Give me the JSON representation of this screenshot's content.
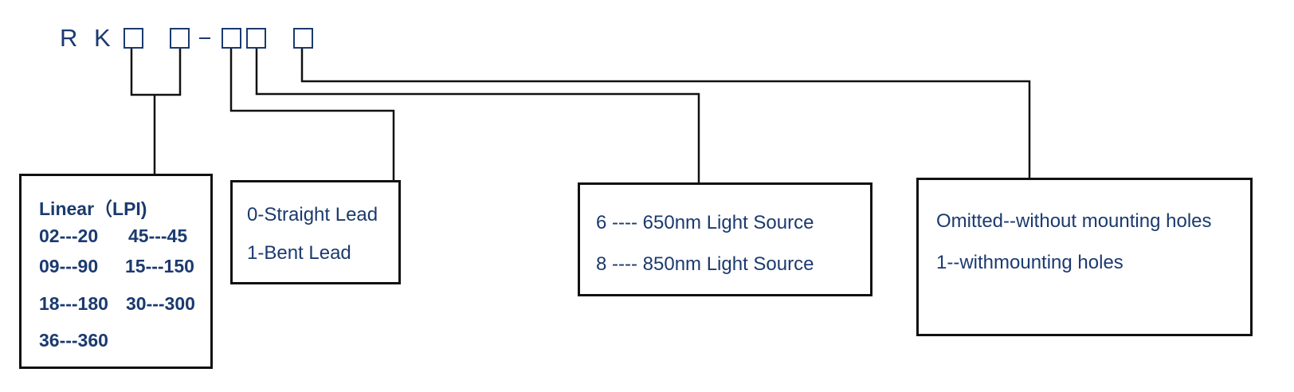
{
  "code": {
    "prefix": "R K",
    "separator": "–"
  },
  "linear_box": {
    "heading": "Linear（LPI)",
    "items": [
      "02---20",
      "45---45",
      "09---90",
      "15---150",
      "18---180",
      "30---300",
      "36---360"
    ]
  },
  "lead_box": {
    "items": [
      "0-Straight Lead",
      "1-Bent Lead"
    ]
  },
  "light_box": {
    "items": [
      "6 ---- 650nm Light Source",
      "8 ---- 850nm Light Source"
    ]
  },
  "holes_box": {
    "items": [
      "Omitted--without mounting holes",
      "1--withmounting holes"
    ]
  },
  "colors": {
    "text": "#1b3a6f",
    "lines": "#111111"
  }
}
